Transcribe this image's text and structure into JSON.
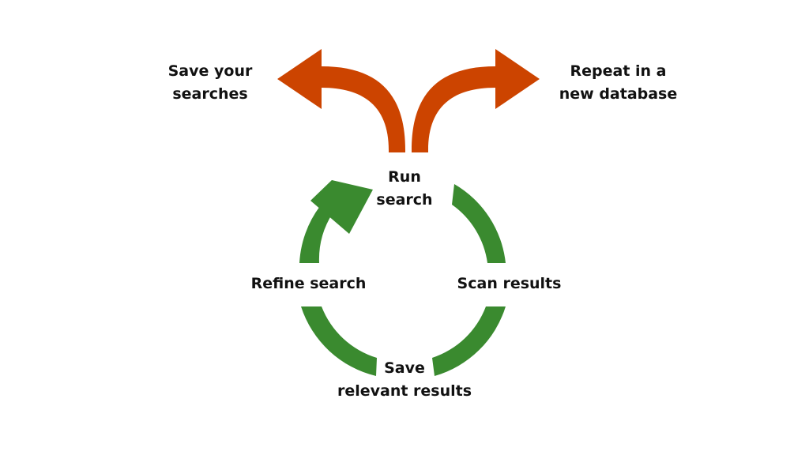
{
  "colors": {
    "loop_arrow": "#3a8a2f",
    "exit_arrow": "#cc4400",
    "text": "#111111",
    "background": "#ffffff"
  },
  "labels": {
    "save_searches": [
      "Save your",
      "searches"
    ],
    "repeat_database": [
      "Repeat in a",
      "new database"
    ],
    "run_search": [
      "Run",
      "search"
    ],
    "refine_search": [
      "Refine search"
    ],
    "scan_results": [
      "Scan results"
    ],
    "save_relevant": [
      "Save",
      "relevant results"
    ]
  }
}
